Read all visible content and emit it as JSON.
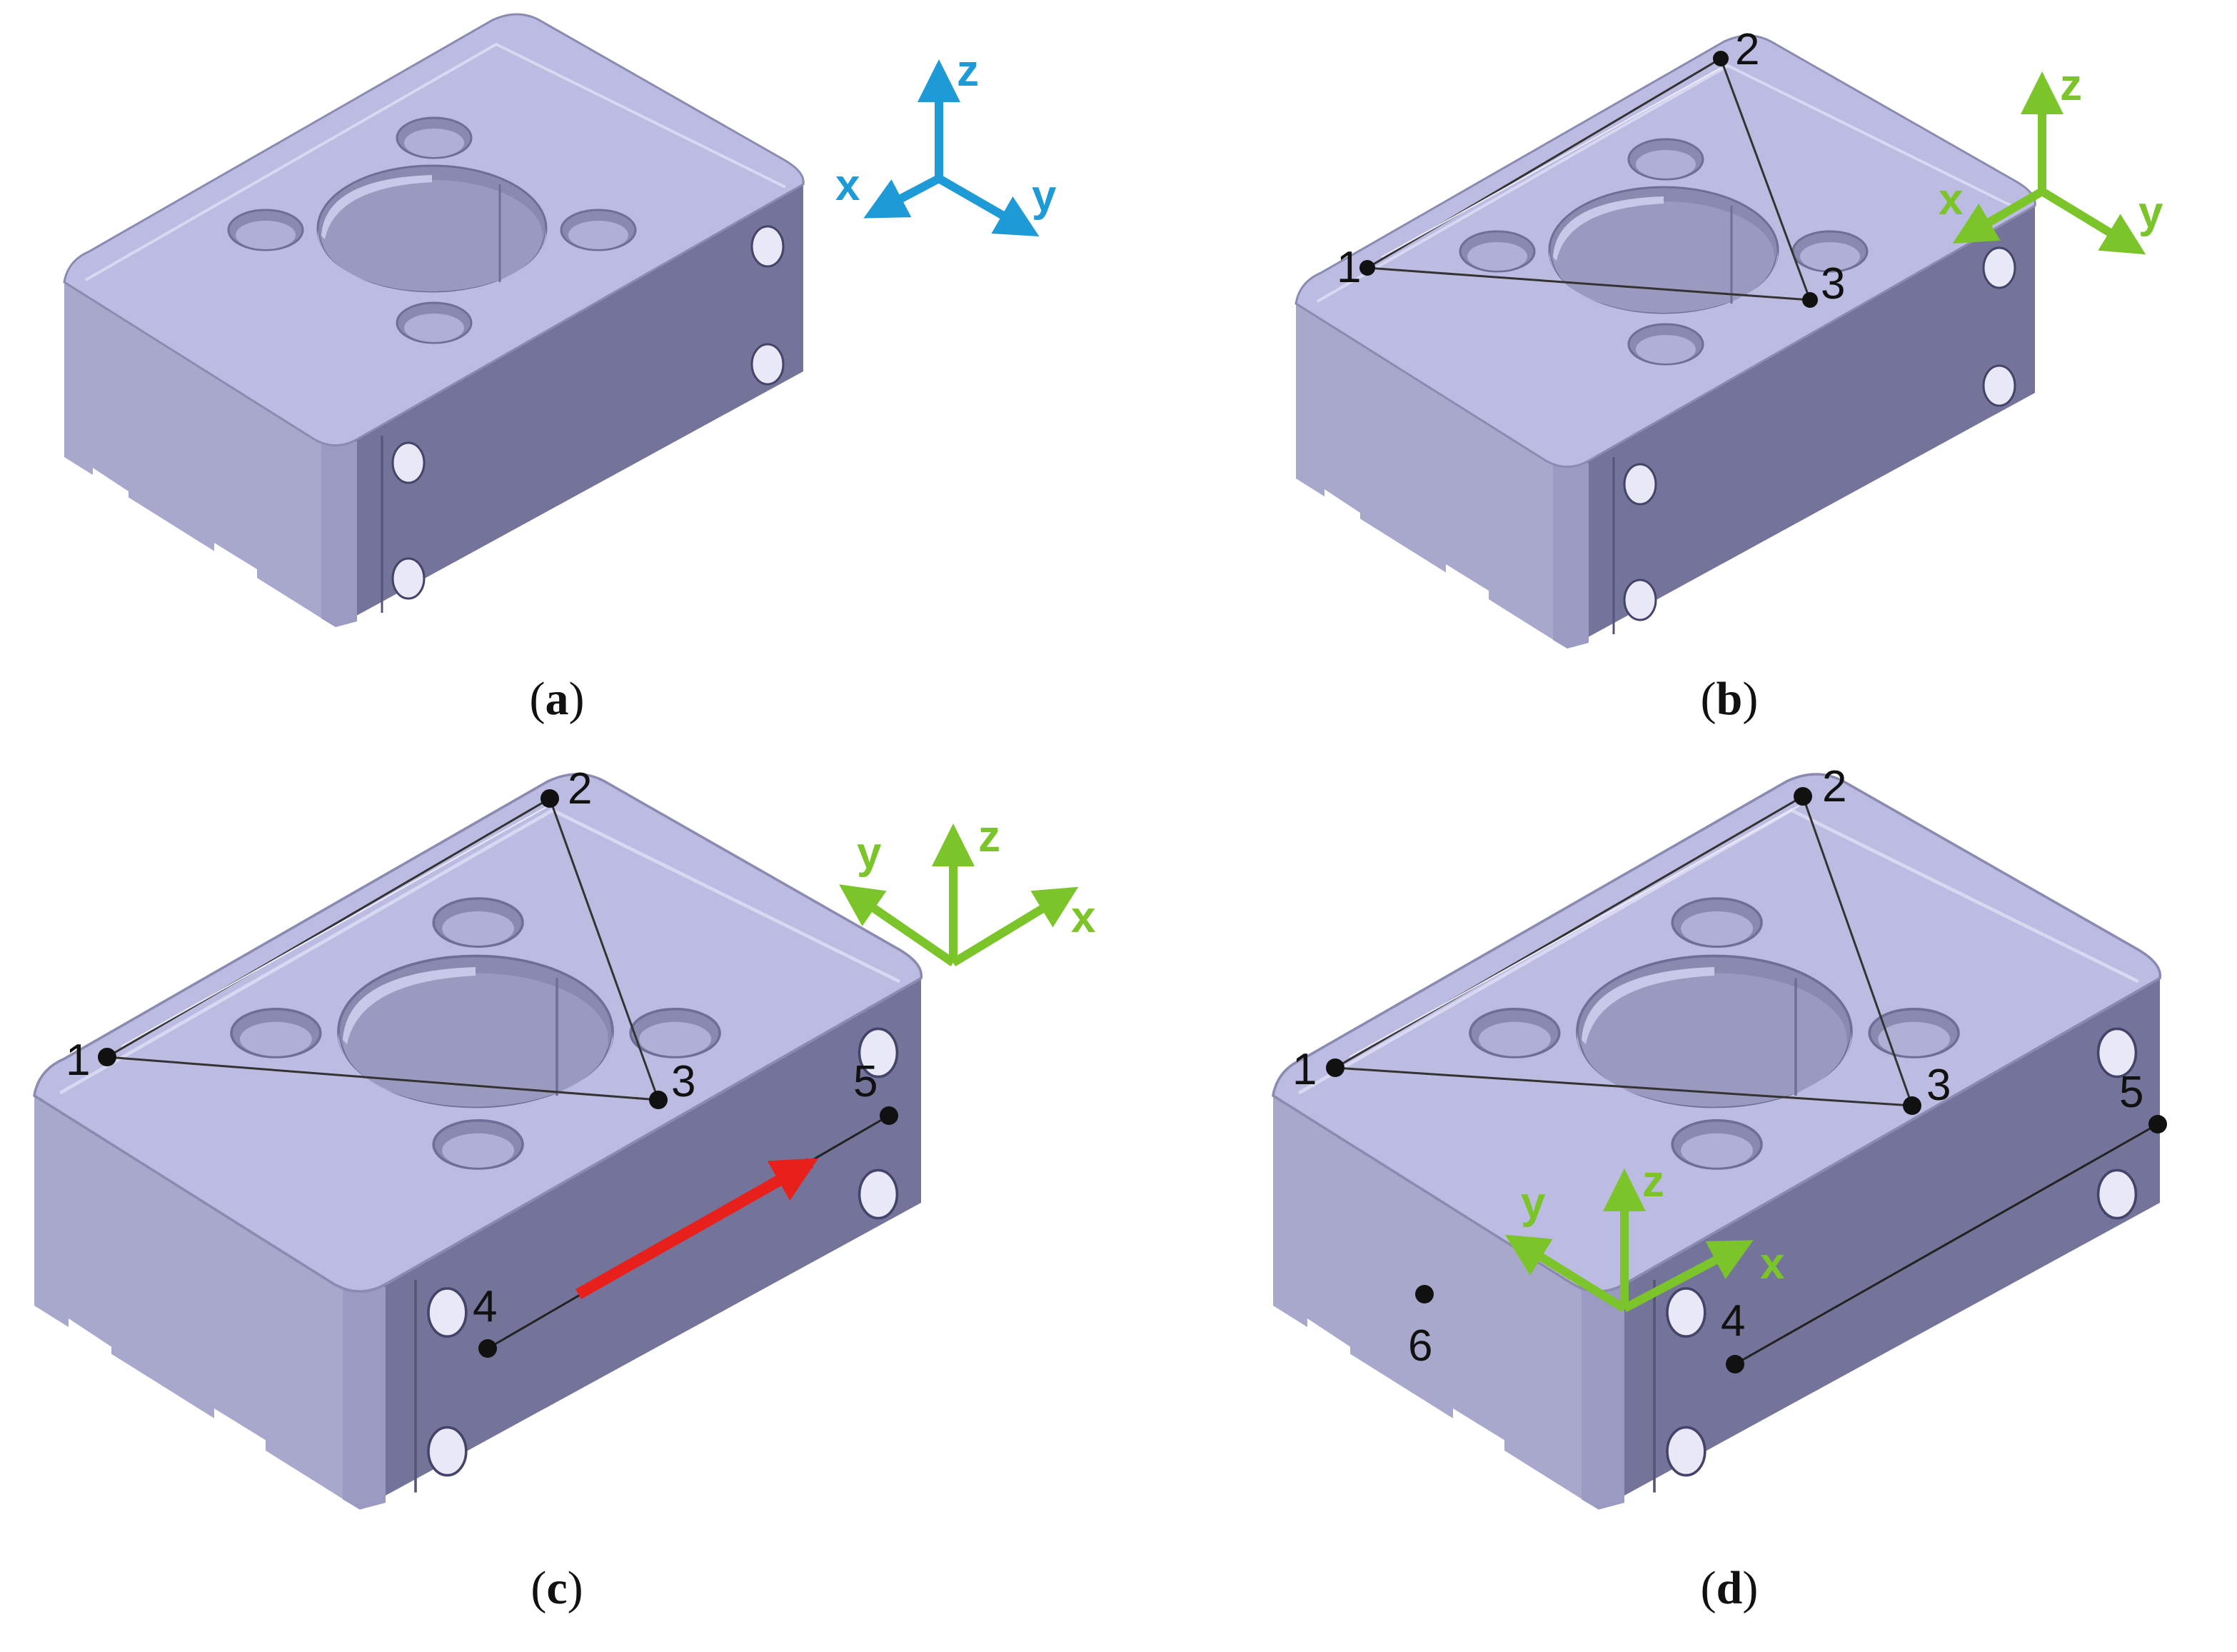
{
  "colors": {
    "top_face": "#bcbce2",
    "left_face": "#a8a8cc",
    "right_face": "#74749a",
    "hole_inner": "#8a8ab0",
    "axis_blue": "#1e9bd6",
    "axis_green": "#7bc52a",
    "motion_arrow": "#e8201c",
    "point": "#111111"
  },
  "panels": [
    {
      "id": "a",
      "caption": {
        "open": "(",
        "letter": "a",
        "close": ")"
      },
      "axes": {
        "color": "axis_blue",
        "labels": [
          "z",
          "x",
          "y"
        ]
      },
      "points": []
    },
    {
      "id": "b",
      "caption": {
        "open": "(",
        "letter": "b",
        "close": ")"
      },
      "axes": {
        "color": "axis_green",
        "labels": [
          "z",
          "x",
          "y"
        ]
      },
      "points": [
        "1",
        "2",
        "3"
      ]
    },
    {
      "id": "c",
      "caption": {
        "open": "(",
        "letter": "c",
        "close": ")"
      },
      "axes": {
        "color": "axis_green",
        "labels": [
          "z",
          "y",
          "x"
        ]
      },
      "points": [
        "1",
        "2",
        "3",
        "4",
        "5"
      ],
      "motion_arrow": "red arrow from point 4 toward point 5"
    },
    {
      "id": "d",
      "caption": {
        "open": "(",
        "letter": "d",
        "close": ")"
      },
      "axes": {
        "color": "axis_green",
        "labels": [
          "z",
          "y",
          "x"
        ]
      },
      "points": [
        "1",
        "2",
        "3",
        "4",
        "5",
        "6"
      ]
    }
  ]
}
